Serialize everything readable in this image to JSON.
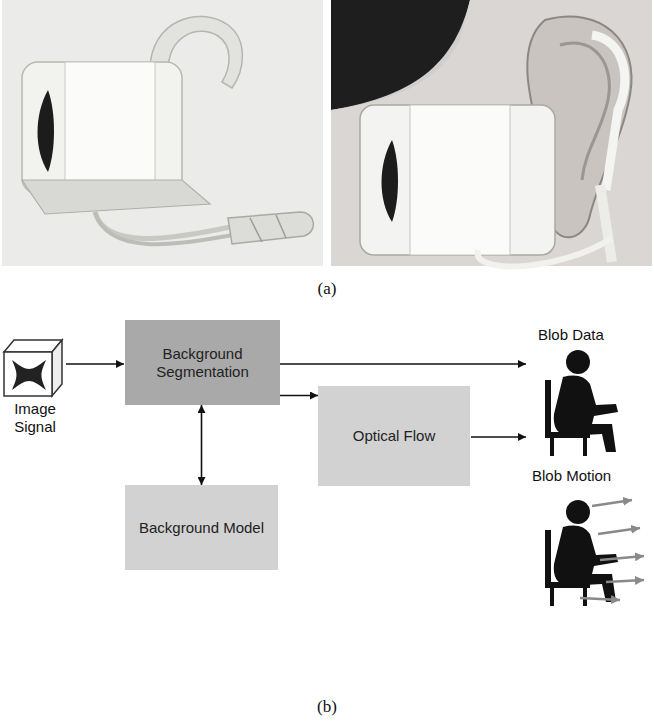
{
  "diagram": {
    "nodes": [
      {
        "text": [
          "Background Segmentation"
        ]
      },
      {
        "text": [
          "Optical Flow"
        ]
      },
      {
        "text": [
          "Background Model"
        ]
      }
    ],
    "edges": [
      {
        "from": 0,
        "to": 1,
        "arrow": "to"
      },
      {
        "from": 0,
        "to": 2,
        "arrow": "both"
      }
    ],
    "labels": [
      "(a)",
      "Image Signal",
      "Blob Data",
      "Blob Motion",
      "(b)"
    ]
  }
}
